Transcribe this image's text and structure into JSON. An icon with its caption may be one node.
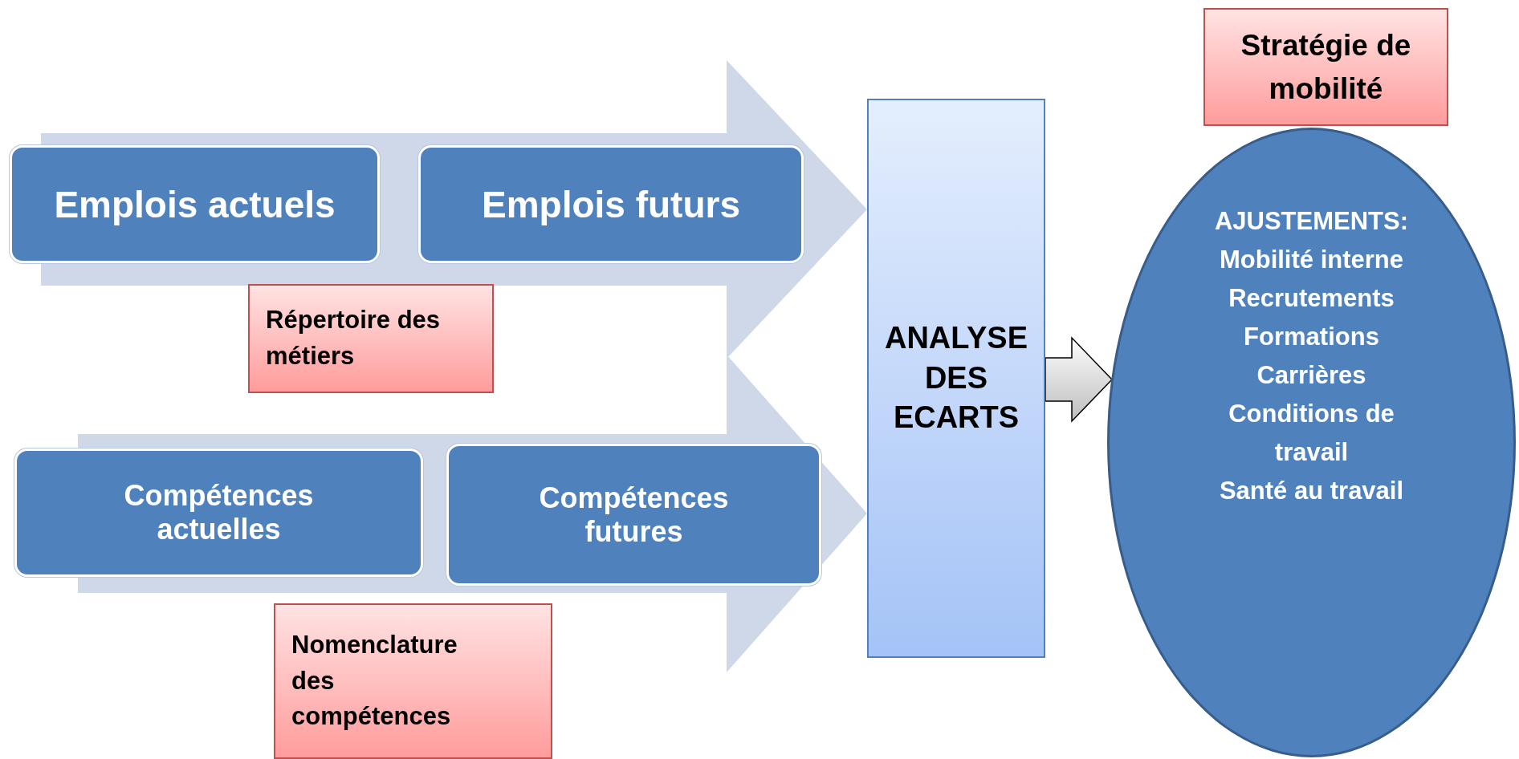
{
  "diagram": {
    "nodes": [
      {
        "text": [
          "Emplois actuels"
        ]
      },
      {
        "text": [
          "Emplois futurs"
        ]
      },
      {
        "text": [
          "Répertoire des métiers"
        ]
      },
      {
        "text": [
          "Compétences actuelles"
        ]
      },
      {
        "text": [
          "Compétences futures"
        ]
      },
      {
        "text": [
          "Nomenclature des compétences"
        ]
      },
      {
        "text": [
          "ANALYSE DES ECARTS"
        ]
      },
      {
        "text": [
          "Stratégie de mobilité"
        ]
      },
      {
        "text": [
          "AJUSTEMENTS:",
          "Mobilité interne",
          "Recrutements",
          "Formations",
          "Carrières",
          "Conditions de travail",
          "Santé au travail"
        ]
      }
    ],
    "edges": [
      {
        "from": null,
        "to": 6,
        "arrow": "to"
      },
      {
        "from": null,
        "to": 6,
        "arrow": "to"
      },
      {
        "from": 6,
        "to": 8,
        "arrow": "to"
      }
    ]
  }
}
